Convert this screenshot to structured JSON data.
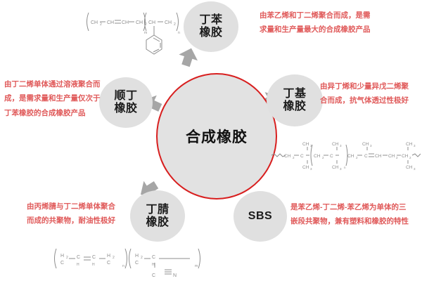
{
  "center": {
    "label": "合成橡胶"
  },
  "colors": {
    "center_border": "#d81f1f",
    "node_fill": "#e0e0e0",
    "note_text": "#e05a5a",
    "arrow": "#a6a6a6",
    "chem_line": "#8d8d8d"
  },
  "nodes": [
    {
      "id": "sbr",
      "label": "丁苯\n橡胶"
    },
    {
      "id": "br",
      "label": "顺丁\n橡胶"
    },
    {
      "id": "iir",
      "label": "丁基\n橡胶"
    },
    {
      "id": "nbr",
      "label": "丁腈\n橡胶"
    },
    {
      "id": "sbs",
      "label": "SBS"
    }
  ],
  "notes": {
    "sbr": "由苯乙烯和丁二烯聚合而成，是需\n求量和生产量最大的合成橡胶产品",
    "br": "由丁二烯单体通过溶液聚合而\n成，是需求量和生产量仅次于\n丁苯橡胶的合成橡胶产品",
    "iir": "由异丁烯和少量异戊二烯聚\n合而成，抗气体透过性极好",
    "nbr": "由丙烯腈与丁二烯单体聚合\n而成的共聚物，耐油性极好",
    "sbs": "是苯乙烯-丁二烯-苯乙烯为单体的三\n嵌段共聚物，兼有塑料和橡胶的特性"
  },
  "structures": {
    "sbr": {
      "name": "sbr-structure",
      "atoms": [
        "CH",
        "2",
        "CH",
        "CH",
        "CH",
        "2",
        "CH",
        "CH",
        "2"
      ],
      "subscripts": [
        "m",
        "n"
      ]
    },
    "iir": {
      "name": "butyl-rubber-structure",
      "atoms": [
        "CH",
        "2",
        "C",
        "CH",
        "3",
        "CH",
        "2",
        "C",
        "CH",
        "3",
        "CH",
        "2",
        "C",
        "CH",
        "CH",
        "2",
        "CH",
        "2",
        "C"
      ],
      "subscripts": [
        "n"
      ]
    },
    "nbr": {
      "name": "nbr-structure",
      "atoms": [
        "H",
        "2",
        "C",
        "C",
        "H",
        "C",
        "H",
        "H",
        "2",
        "C",
        "H",
        "2",
        "C",
        "C",
        "H",
        "C",
        "N"
      ],
      "subscripts": [
        "n",
        "m"
      ]
    }
  }
}
